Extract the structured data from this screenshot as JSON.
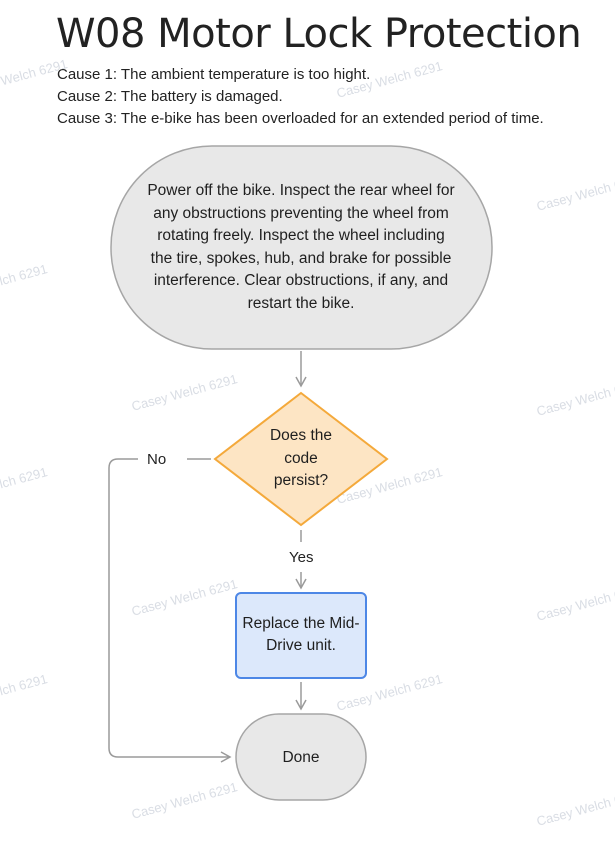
{
  "title": "W08 Motor Lock Protection",
  "causes": [
    "Cause 1: The ambient temperature is too hight.",
    "Cause 2: The battery is damaged.",
    "Cause 3: The e-bike has been overloaded for an extended period of time."
  ],
  "nodes": {
    "start": "Power off the bike. Inspect the rear wheel for any obstructions preventing the wheel from rotating freely. Inspect the wheel including the tire, spokes, hub, and brake for possible interference. Clear obstructions, if any, and restart the bike.",
    "decision": "Does the code persist?",
    "replace": "Replace the Mid-Drive unit.",
    "done": "Done"
  },
  "edge_labels": {
    "no": "No",
    "yes": "Yes"
  },
  "watermark": "Casey Welch 6291",
  "colors": {
    "terminal_fill": "#e8e8e8",
    "terminal_stroke": "#a6a6a6",
    "decision_fill": "#fde5c4",
    "decision_stroke": "#f4a93b",
    "process_fill": "#dce8fb",
    "process_stroke": "#4d87e6",
    "connector": "#9a9a9a"
  }
}
